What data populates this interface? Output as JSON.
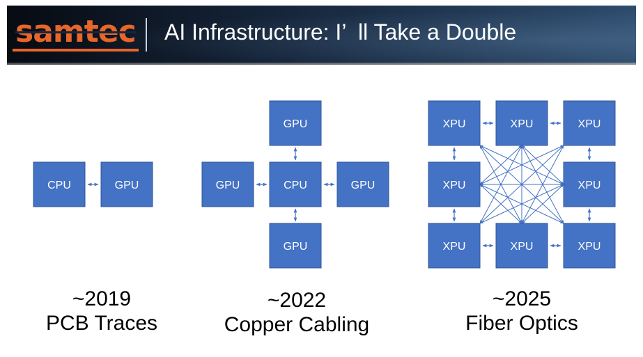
{
  "header": {
    "logo": "samtec",
    "title": "AI Infrastructure: I’  ll Take a Double"
  },
  "colors": {
    "node_fill": "#4472c4",
    "node_stroke": "#2f5597",
    "connector": "#4472c4",
    "logo_orange": "#e8662a"
  },
  "diagrams": [
    {
      "id": "d2019",
      "year": "~2019",
      "caption": "PCB Traces",
      "nodes": [
        {
          "id": "cpu",
          "label": "CPU",
          "col": 0,
          "row": 1
        },
        {
          "id": "gpu1",
          "label": "GPU",
          "col": 1,
          "row": 1
        }
      ],
      "links": [
        [
          "cpu",
          "gpu1"
        ]
      ]
    },
    {
      "id": "d2022",
      "year": "~2022",
      "caption": "Copper Cabling",
      "nodes": [
        {
          "id": "top",
          "label": "GPU",
          "col": 1,
          "row": 0
        },
        {
          "id": "left",
          "label": "GPU",
          "col": 0,
          "row": 1
        },
        {
          "id": "cpu",
          "label": "CPU",
          "col": 1,
          "row": 1
        },
        {
          "id": "right",
          "label": "GPU",
          "col": 2,
          "row": 1
        },
        {
          "id": "bottom",
          "label": "GPU",
          "col": 1,
          "row": 2
        }
      ],
      "links": [
        [
          "top",
          "cpu"
        ],
        [
          "left",
          "cpu"
        ],
        [
          "cpu",
          "right"
        ],
        [
          "cpu",
          "bottom"
        ]
      ]
    },
    {
      "id": "d2025",
      "year": "~2025",
      "caption": "Fiber Optics",
      "nodes": [
        {
          "id": "x00",
          "label": "XPU",
          "col": 0,
          "row": 0
        },
        {
          "id": "x10",
          "label": "XPU",
          "col": 1,
          "row": 0
        },
        {
          "id": "x20",
          "label": "XPU",
          "col": 2,
          "row": 0
        },
        {
          "id": "x01",
          "label": "XPU",
          "col": 0,
          "row": 1
        },
        {
          "id": "x21",
          "label": "XPU",
          "col": 2,
          "row": 1
        },
        {
          "id": "x02",
          "label": "XPU",
          "col": 0,
          "row": 2
        },
        {
          "id": "x12",
          "label": "XPU",
          "col": 1,
          "row": 2
        },
        {
          "id": "x22",
          "label": "XPU",
          "col": 2,
          "row": 2
        }
      ],
      "links": [
        [
          "x00",
          "x10"
        ],
        [
          "x10",
          "x20"
        ],
        [
          "x02",
          "x12"
        ],
        [
          "x12",
          "x22"
        ],
        [
          "x00",
          "x01"
        ],
        [
          "x01",
          "x02"
        ],
        [
          "x20",
          "x21"
        ],
        [
          "x21",
          "x22"
        ]
      ],
      "mesh": true
    }
  ]
}
